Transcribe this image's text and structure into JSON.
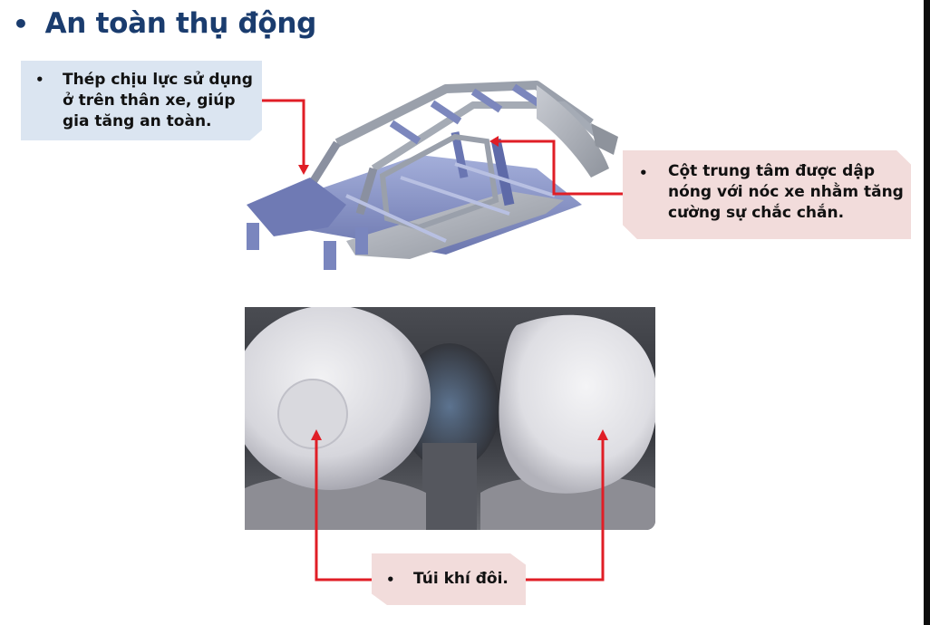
{
  "slide": {
    "title": "An toàn thụ động",
    "bullet": "•"
  },
  "callouts": {
    "steel": "Thép chịu lực sử dụng ở trên thân xe, giúp gia tăng an toàn.",
    "pillar": "Cột trung tâm được dập nóng với nóc xe nhằm tăng cường sự chắc chắn.",
    "airbag": "Túi khí đôi."
  },
  "colors": {
    "title": "#1a3c6e",
    "callout_blue": "#dbe5f1",
    "callout_pink": "#f2dcdb",
    "leader_red": "#e01e26",
    "frame_steel": "#7080b8"
  }
}
